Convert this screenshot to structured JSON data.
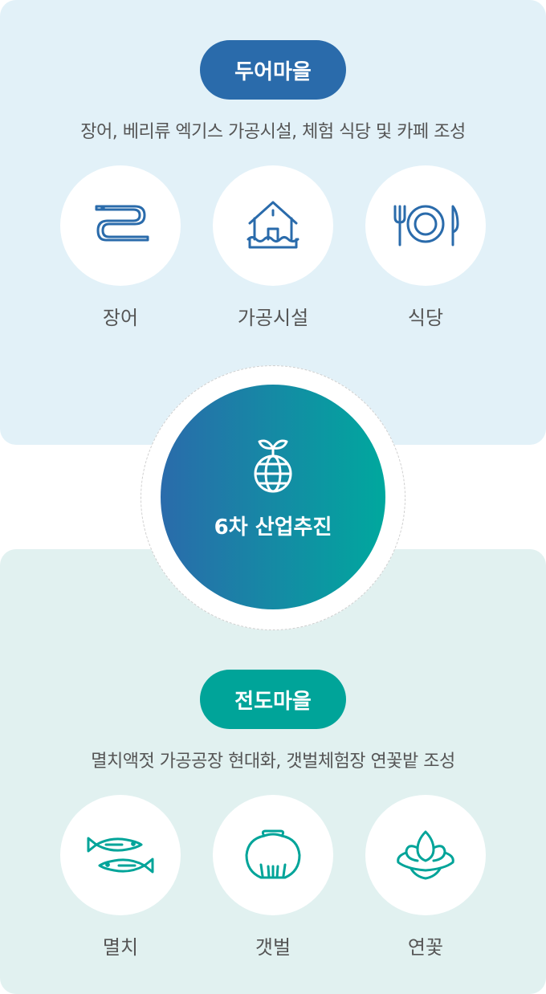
{
  "top": {
    "title": "두어마을",
    "description": "장어, 베리류 엑기스 가공시설, 체험 식당 및 카페 조성",
    "items": [
      {
        "label": "장어",
        "icon": "eel-icon"
      },
      {
        "label": "가공시설",
        "icon": "processing-facility-icon"
      },
      {
        "label": "식당",
        "icon": "restaurant-icon"
      }
    ],
    "accent_color": "#2a6bab"
  },
  "center": {
    "title": "6차 산업추진",
    "icon": "sprouting-globe-icon"
  },
  "bottom": {
    "title": "전도마을",
    "description": "멸치액젓 가공공장 현대화, 갯벌체험장 연꽃밭 조성",
    "items": [
      {
        "label": "멸치",
        "icon": "anchovy-icon"
      },
      {
        "label": "갯벌",
        "icon": "shellfish-icon"
      },
      {
        "label": "연꽃",
        "icon": "lotus-icon"
      }
    ],
    "accent_color": "#00a499"
  }
}
